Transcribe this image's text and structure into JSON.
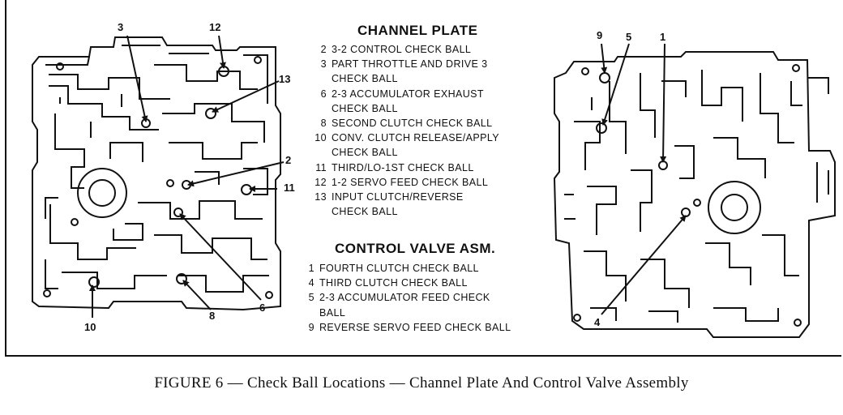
{
  "channel_plate": {
    "title": "CHANNEL PLATE",
    "items": [
      {
        "num": "2",
        "lines": [
          "3-2 CONTROL CHECK BALL"
        ]
      },
      {
        "num": "3",
        "lines": [
          "PART THROTTLE AND DRIVE 3",
          "CHECK BALL"
        ]
      },
      {
        "num": "6",
        "lines": [
          "2-3 ACCUMULATOR EXHAUST",
          "CHECK BALL"
        ]
      },
      {
        "num": "8",
        "lines": [
          "SECOND CLUTCH CHECK BALL"
        ]
      },
      {
        "num": "10",
        "lines": [
          "CONV. CLUTCH RELEASE/APPLY",
          "CHECK BALL"
        ]
      },
      {
        "num": "11",
        "lines": [
          "THIRD/LO-1ST CHECK BALL"
        ]
      },
      {
        "num": "12",
        "lines": [
          "1-2 SERVO FEED CHECK BALL"
        ]
      },
      {
        "num": "13",
        "lines": [
          "INPUT CLUTCH/REVERSE",
          "CHECK BALL"
        ]
      }
    ]
  },
  "control_valve": {
    "title": "CONTROL VALVE ASM.",
    "items": [
      {
        "num": "1",
        "lines": [
          "FOURTH CLUTCH CHECK BALL"
        ]
      },
      {
        "num": "4",
        "lines": [
          "THIRD CLUTCH CHECK BALL"
        ]
      },
      {
        "num": "5",
        "lines": [
          "2-3 ACCUMULATOR FEED CHECK",
          "BALL"
        ]
      },
      {
        "num": "9",
        "lines": [
          "REVERSE SERVO FEED CHECK BALL"
        ]
      }
    ]
  },
  "callouts": {
    "c1": "1",
    "c2": "2",
    "c3": "3",
    "c4": "4",
    "c5": "5",
    "c6": "6",
    "c8": "8",
    "c9": "9",
    "c10": "10",
    "c11": "11",
    "c12": "12",
    "c13": "13"
  },
  "caption": "FIGURE 6 — Check Ball Locations — Channel Plate And Control Valve Assembly"
}
